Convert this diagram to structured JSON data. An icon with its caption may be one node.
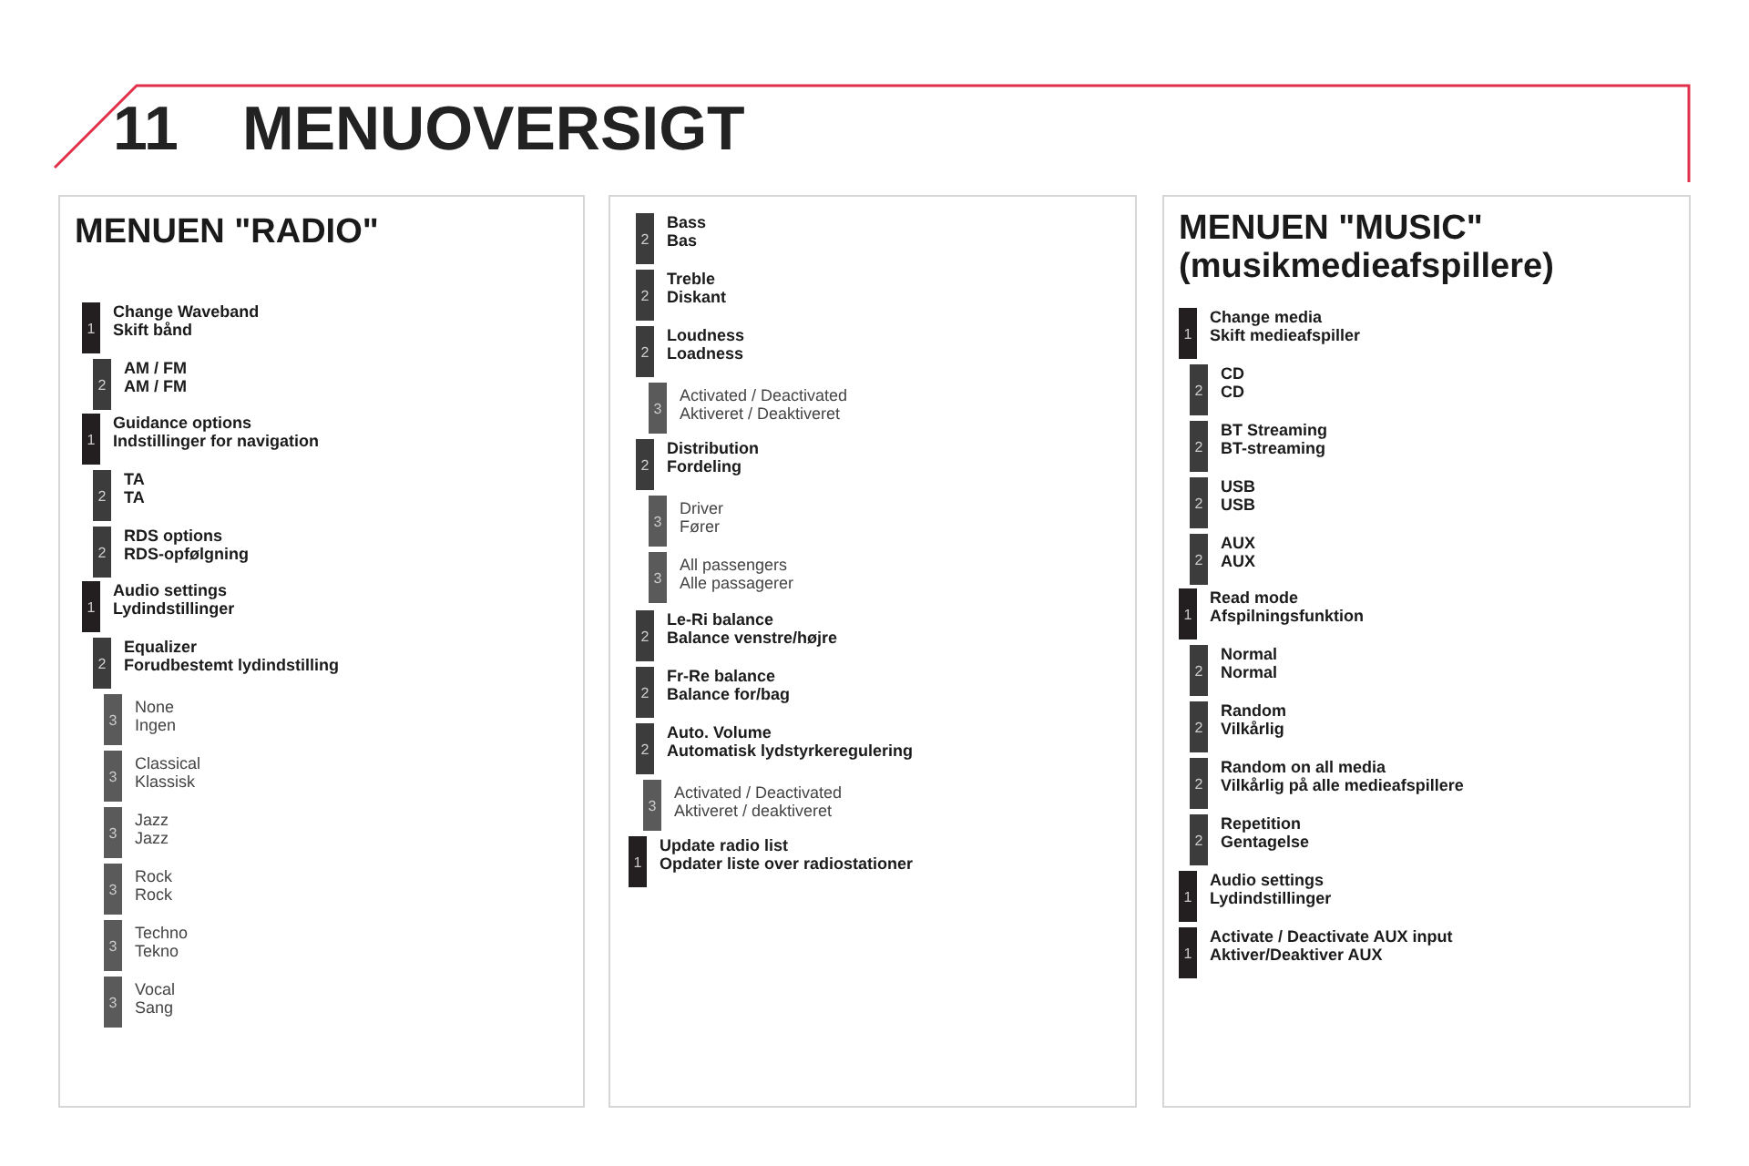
{
  "diagram": {
    "title": "MENUOVERSIGT",
    "nodes": [
      {
        "text": [
          "MENUEN \"RADIO\""
        ]
      },
      {
        "text": [
          "1"
        ],
        "beside": [
          "Change Waveband",
          "Skift bånd"
        ],
        "in": 0
      },
      {
        "text": [
          "2"
        ],
        "beside": [
          "AM / FM",
          "AM / FM"
        ],
        "in": 0
      },
      {
        "text": [
          "1"
        ],
        "beside": [
          "Guidance options",
          "Indstillinger for navigation"
        ],
        "in": 0
      },
      {
        "text": [
          "2"
        ],
        "beside": [
          "TA",
          "TA"
        ],
        "in": 0
      },
      {
        "text": [
          "2"
        ],
        "beside": [
          "RDS options",
          "RDS-opfølgning"
        ],
        "in": 0
      },
      {
        "text": [
          "1"
        ],
        "beside": [
          "Audio settings",
          "Lydindstillinger"
        ],
        "in": 0
      },
      {
        "text": [
          "2"
        ],
        "beside": [
          "Equalizer",
          "Forudbestemt lydindstilling"
        ],
        "in": 0
      },
      {
        "text": [
          "3"
        ],
        "beside": [
          "None",
          "Ingen"
        ],
        "in": 0
      },
      {
        "text": [
          "3"
        ],
        "beside": [
          "Classical",
          "Klassisk"
        ],
        "in": 0
      },
      {
        "text": [
          "3"
        ],
        "beside": [
          "Jazz",
          "Jazz"
        ],
        "in": 0
      },
      {
        "text": [
          "3"
        ],
        "beside": [
          "Rock",
          "Rock"
        ],
        "in": 0
      },
      {
        "text": [
          "3"
        ],
        "beside": [
          "Techno",
          "Tekno"
        ],
        "in": 0
      },
      {
        "text": [
          "3"
        ],
        "beside": [
          "Vocal",
          "Sang"
        ],
        "in": 0
      },
      {
        "text": [],
        "shape": "box"
      },
      {
        "text": [
          "2"
        ],
        "beside": [
          "Bass",
          "Bas"
        ],
        "in": 14
      },
      {
        "text": [
          "2"
        ],
        "beside": [
          "Treble",
          "Diskant"
        ],
        "in": 14
      },
      {
        "text": [
          "2"
        ],
        "beside": [
          "Loudness",
          "Loadness"
        ],
        "in": 14
      },
      {
        "text": [
          "3"
        ],
        "beside": [
          "Activated / Deactivated",
          "Aktiveret / Deaktiveret"
        ],
        "in": 14
      },
      {
        "text": [
          "2"
        ],
        "beside": [
          "Distribution",
          "Fordeling"
        ],
        "in": 14
      },
      {
        "text": [
          "3"
        ],
        "beside": [
          "Driver",
          "Fører"
        ],
        "in": 14
      },
      {
        "text": [
          "3"
        ],
        "beside": [
          "All passengers",
          "Alle passagerer"
        ],
        "in": 14
      },
      {
        "text": [
          "2"
        ],
        "beside": [
          "Le-Ri balance",
          "Balance venstre/højre"
        ],
        "in": 14
      },
      {
        "text": [
          "2"
        ],
        "beside": [
          "Fr-Re balance",
          "Balance for/bag"
        ],
        "in": 14
      },
      {
        "text": [
          "2"
        ],
        "beside": [
          "Auto. Volume",
          "Automatisk lydstyrkeregulering"
        ],
        "in": 14
      },
      {
        "text": [
          "3"
        ],
        "beside": [
          "Activated / Deactivated",
          "Aktiveret / deaktiveret"
        ],
        "in": 14
      },
      {
        "text": [
          "1"
        ],
        "beside": [
          "Update radio list",
          "Opdater liste over radiostationer"
        ],
        "in": 14
      },
      {
        "text": [
          "MENUEN \"MUSIC\" (musikmedieafspillere)"
        ]
      },
      {
        "text": [
          "1"
        ],
        "beside": [
          "Change media",
          "Skift medieafspiller"
        ],
        "in": 27
      },
      {
        "text": [
          "2"
        ],
        "beside": [
          "CD",
          "CD"
        ],
        "in": 27
      },
      {
        "text": [
          "2"
        ],
        "beside": [
          "BT Streaming",
          "BT-streaming"
        ],
        "in": 27
      },
      {
        "text": [
          "2"
        ],
        "beside": [
          "USB",
          "USB"
        ],
        "in": 27
      },
      {
        "text": [
          "2"
        ],
        "beside": [
          "AUX",
          "AUX"
        ],
        "in": 27
      },
      {
        "text": [
          "1"
        ],
        "beside": [
          "Read mode",
          "Afspilningsfunktion"
        ],
        "in": 27
      },
      {
        "text": [
          "2"
        ],
        "beside": [
          "Normal",
          "Normal"
        ],
        "in": 27
      },
      {
        "text": [
          "2"
        ],
        "beside": [
          "Random",
          "Vilkårlig"
        ],
        "in": 27
      },
      {
        "text": [
          "2"
        ],
        "beside": [
          "Random on all media",
          "Vilkårlig på alle medieafspillere"
        ],
        "in": 27
      },
      {
        "text": [
          "2"
        ],
        "beside": [
          "Repetition",
          "Gentagelse"
        ],
        "in": 27
      },
      {
        "text": [
          "1"
        ],
        "beside": [
          "Audio settings",
          "Lydindstillinger"
        ],
        "in": 27
      },
      {
        "text": [
          "1"
        ],
        "beside": [
          "Activate / Deactivate AUX input",
          "Aktiver/Deaktiver AUX"
        ],
        "in": 27
      }
    ],
    "labels": [
      "11"
    ]
  }
}
